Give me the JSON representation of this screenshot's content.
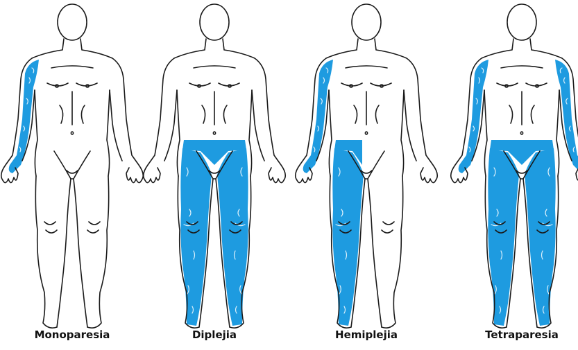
{
  "colors": {
    "highlight": "#1e9be0",
    "outline": "#1a1a1a",
    "background": "#ffffff"
  },
  "figures": [
    {
      "label": "Monoparesia",
      "affected_regions": [
        "right-arm"
      ]
    },
    {
      "label": "Diplejia",
      "affected_regions": [
        "left-leg",
        "right-leg",
        "pelvis"
      ]
    },
    {
      "label": "Hemiplejia",
      "affected_regions": [
        "right-arm",
        "right-leg",
        "right-pelvis"
      ]
    },
    {
      "label": "Tetraparesia",
      "affected_regions": [
        "right-arm",
        "left-arm",
        "left-leg",
        "right-leg",
        "pelvis"
      ]
    }
  ]
}
